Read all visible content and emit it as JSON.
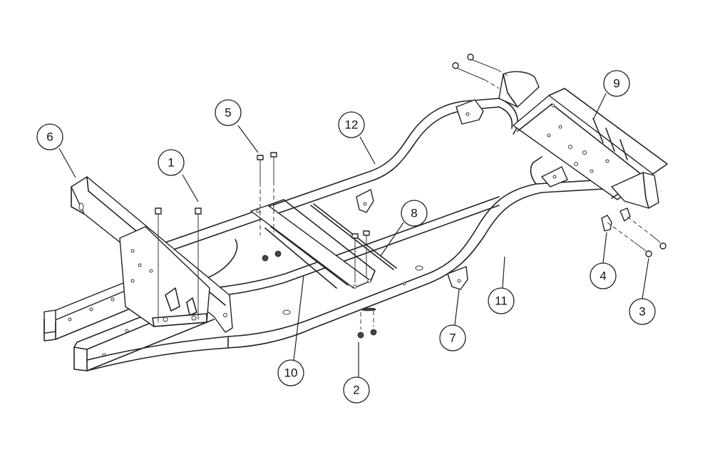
{
  "callouts": [
    {
      "id": "1",
      "label": "1"
    },
    {
      "id": "2",
      "label": "2"
    },
    {
      "id": "3",
      "label": "3"
    },
    {
      "id": "4",
      "label": "4"
    },
    {
      "id": "5",
      "label": "5"
    },
    {
      "id": "6",
      "label": "6"
    },
    {
      "id": "7",
      "label": "7"
    },
    {
      "id": "8",
      "label": "8"
    },
    {
      "id": "9",
      "label": "9"
    },
    {
      "id": "10",
      "label": "10"
    },
    {
      "id": "11",
      "label": "11"
    },
    {
      "id": "12",
      "label": "12"
    }
  ],
  "colors": {
    "line": "#222222",
    "background": "#ffffff"
  }
}
